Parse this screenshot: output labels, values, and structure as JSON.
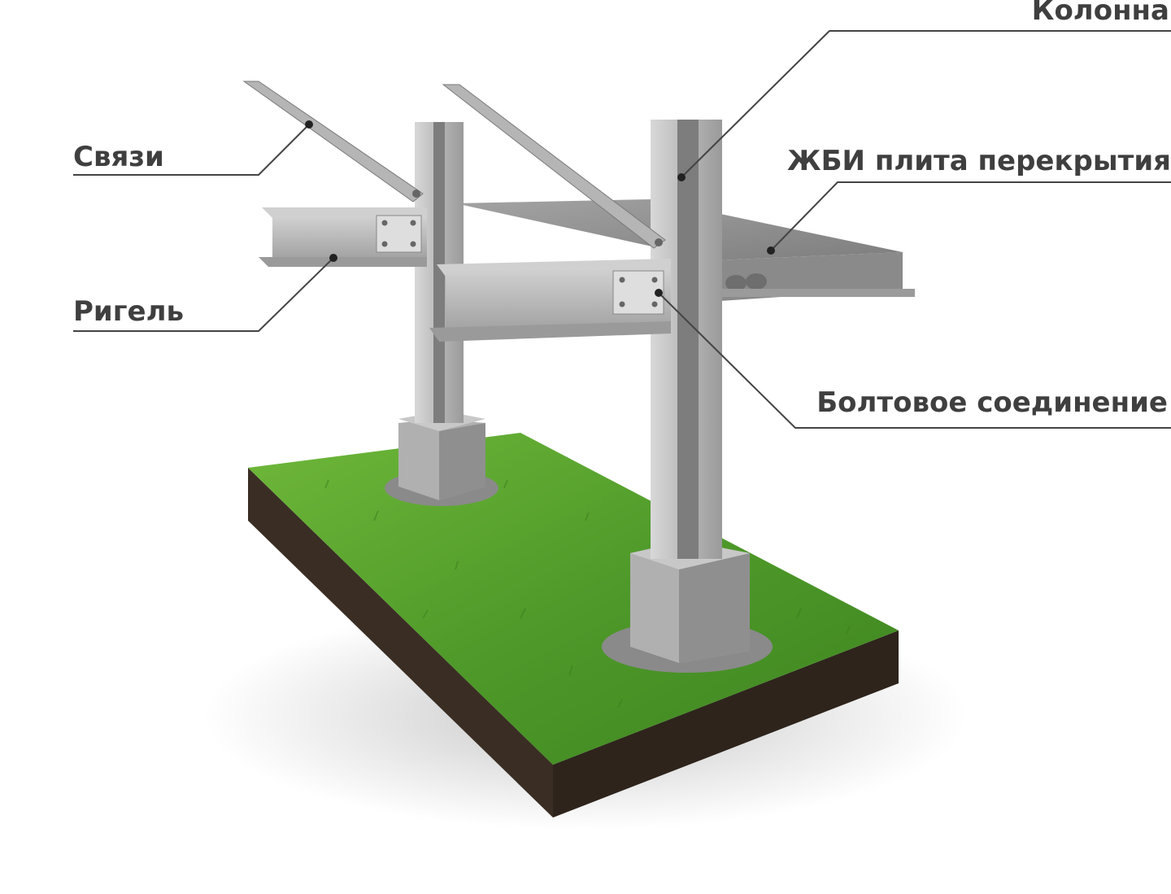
{
  "labels": {
    "column": "Колонна",
    "slab": "ЖБИ плита перекрытия",
    "bolted_joint": "Болтовое соединение",
    "braces": "Связи",
    "crossbar": "Ригель"
  },
  "colors": {
    "steel_light": "#c9c9c9",
    "steel_mid": "#a9a9a9",
    "steel_dark": "#7d7d7d",
    "concrete": "#8f8f8f",
    "grass": "#4f9a2a",
    "soil": "#3a2e24",
    "leader_line": "#444444",
    "label_text": "#3f3f3f"
  }
}
